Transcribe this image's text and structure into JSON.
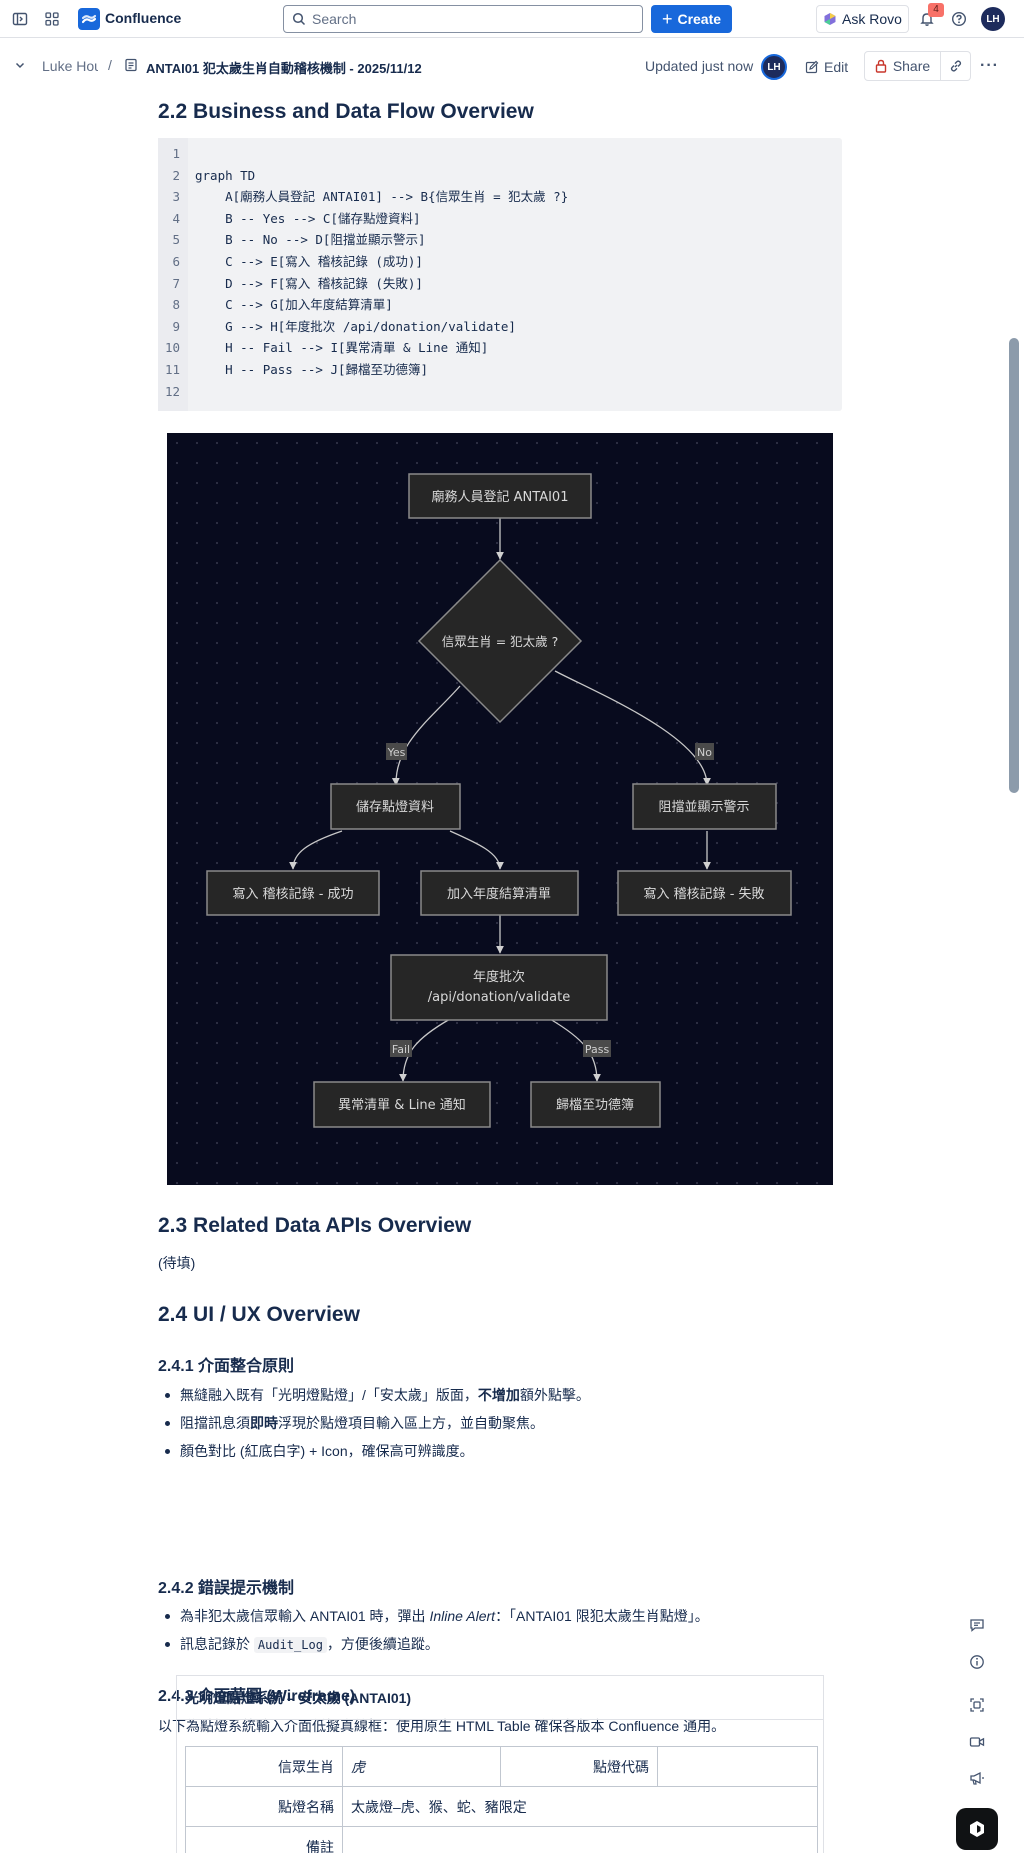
{
  "topnav": {
    "app_name": "Confluence",
    "search_placeholder": "Search",
    "create_label": "Create",
    "rovo_label": "Ask Rovo",
    "notifications_count": "4",
    "user_initials": "LH"
  },
  "breadcrumb": {
    "space": "Luke Hou",
    "separator": "/",
    "page_title": "ANTAI01 犯太歲生肖自動稽核機制 - 2025/11/12",
    "status": "Updated just now",
    "avatar_initials": "LH",
    "edit_label": "Edit",
    "share_label": "Share",
    "more_label": "···"
  },
  "section_2_2": {
    "heading": "2.2 Business and Data Flow Overview",
    "code_lines": [
      {
        "n": "1",
        "text": ""
      },
      {
        "n": "2",
        "text": "graph TD"
      },
      {
        "n": "3",
        "text": "    A[廟務人員登記 ANTAI01] --> B{信眾生肖 = 犯太歲 ?}"
      },
      {
        "n": "4",
        "text": "    B -- Yes --> C[儲存點燈資料]"
      },
      {
        "n": "5",
        "text": "    B -- No --> D[阻擋並顯示警示]"
      },
      {
        "n": "6",
        "text": "    C --> E[寫入 稽核記錄 (成功)]"
      },
      {
        "n": "7",
        "text": "    D --> F[寫入 稽核記錄 (失敗)]"
      },
      {
        "n": "8",
        "text": "    C --> G[加入年度結算清單]"
      },
      {
        "n": "9",
        "text": "    G --> H[年度批次 /api/donation/validate]"
      },
      {
        "n": "10",
        "text": "    H -- Fail --> I[異常清單 & Line 通知]"
      },
      {
        "n": "11",
        "text": "    H -- Pass --> J[歸檔至功德簿]"
      },
      {
        "n": "12",
        "text": ""
      }
    ],
    "diagram": {
      "node_a": "廟務人員登記 ANTAI01",
      "node_b": "信眾生肖 = 犯太歲 ?",
      "node_c": "儲存點燈資料",
      "node_d": "阻擋並顯示警示",
      "node_e": "寫入 稽核記錄 - 成功",
      "node_f": "寫入 稽核記錄 - 失敗",
      "node_g": "加入年度結算清單",
      "node_h_line1": "年度批次",
      "node_h_line2": "/api/donation/validate",
      "node_i": "異常清單 & Line 通知",
      "node_j": "歸檔至功德簿",
      "edge_yes": "Yes",
      "edge_no": "No",
      "edge_fail": "Fail",
      "edge_pass": "Pass"
    }
  },
  "section_2_3": {
    "heading": "2.3 Related Data APIs Overview",
    "body": "(待填)"
  },
  "section_2_4": {
    "heading": "2.4 UI / UX Overview",
    "sub1": {
      "heading": "2.4.1 介面整合原則",
      "bullet1_a": "無縫融入既有「光明燈點燈」/「安太歲」版面，",
      "bullet1_b": "不增加",
      "bullet1_c": "額外點擊。",
      "bullet2_a": "阻擋訊息須",
      "bullet2_b": "即時",
      "bullet2_c": "浮現於點燈項目輸入區上方，並自動聚焦。",
      "bullet3": "顏色對比 (紅底白字) + Icon，確保高可辨識度。"
    },
    "sub2": {
      "heading": "2.4.2 錯誤提示機制",
      "bullet1_a": "為非犯太歲信眾輸入 ANTAI01 時，彈出 ",
      "bullet1_b": "Inline Alert",
      "bullet1_c": "：「ANTAI01 限犯太歲生肖點燈」。",
      "bullet2_a": "訊息記錄於 ",
      "bullet2_code": "Audit_Log",
      "bullet2_c": "，方便後續追蹤。"
    },
    "sub3": {
      "heading": "2.4.3 介面草圖 (Wireframe)",
      "intro": "以下為點燈系統輸入介面低擬真線框：使用原生 HTML Table 確保各版本 Confluence 通用。",
      "panel_title": "光明燈點燈系統 – 安太歲 (ANTAI01)",
      "row1_label1": "信眾生肖",
      "row1_value1": "虎",
      "row1_label2": "點燈代碼",
      "row1_value2": "",
      "row2_label": "點燈名稱",
      "row2_value": "太歲燈–虎、猴、蛇、豬限定",
      "row3_label": "備註",
      "row3_value": ""
    }
  },
  "colors": {
    "brand": "#1868db",
    "diagram_bg": "#080b1e",
    "node_fill": "#262626",
    "node_stroke": "#8a8a8a",
    "badge": "#f87168"
  }
}
